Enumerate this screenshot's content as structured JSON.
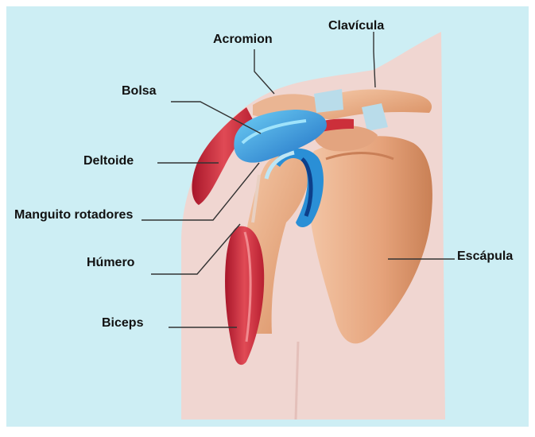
{
  "diagram": {
    "labels": {
      "acromion": "Acromion",
      "clavicula": "Clavícula",
      "bolsa": "Bolsa",
      "deltoide": "Deltoide",
      "manguito": "Manguito rotadores",
      "humero": "Húmero",
      "escapula": "Escápula",
      "biceps": "Biceps"
    },
    "colors": {
      "background": "#cdeef4",
      "skin": "#f0d6d1",
      "bone": "#e8b08c",
      "bone_dark": "#c97f57",
      "muscle": "#cc2f3a",
      "bursa": "#2a9be0",
      "ligament": "#b9dcea",
      "leader_line": "#333333"
    }
  }
}
